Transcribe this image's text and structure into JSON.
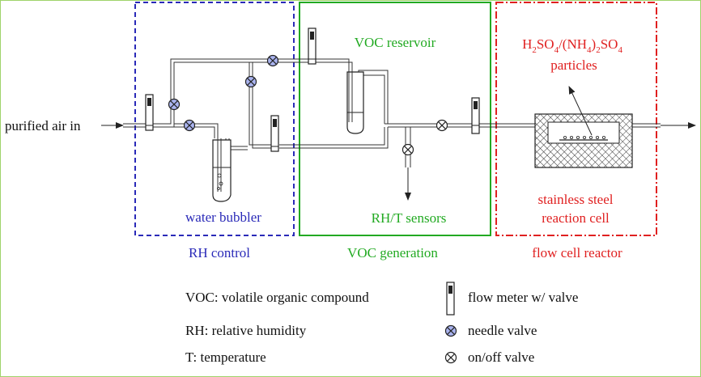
{
  "colors": {
    "rh": "#2a2ab8",
    "voc": "#22aa22",
    "flow": "#e02020",
    "line": "#222222",
    "needle_fill": "#aab4f0",
    "border": "#9fd36b"
  },
  "inlet_label": "purified air in",
  "sections": {
    "rh_control": {
      "inner_label": "water bubbler",
      "caption": "RH control"
    },
    "voc_generation": {
      "top_label": "VOC reservoir",
      "bottom_label": "RH/T sensors",
      "caption": "VOC generation"
    },
    "flow_cell": {
      "particles_formula": {
        "p1": "H",
        "s1": "2",
        "p2": "SO",
        "s2": "4",
        "p3": "/(NH",
        "s3": "4",
        "p4": ")",
        "s4": "2",
        "p5": "SO",
        "s5": "4"
      },
      "particles_label": "particles",
      "cell_label_line1": "stainless steel",
      "cell_label_line2": "reaction cell",
      "caption": "flow cell reactor"
    }
  },
  "legend": {
    "definitions": [
      "VOC: volatile organic compound",
      "RH: relative humidity",
      "T: temperature"
    ],
    "symbols": [
      {
        "icon": "flow-meter-icon",
        "label": "flow meter w/ valve"
      },
      {
        "icon": "needle-valve-icon",
        "label": "needle valve"
      },
      {
        "icon": "on-off-valve-icon",
        "label": "on/off valve"
      }
    ]
  }
}
